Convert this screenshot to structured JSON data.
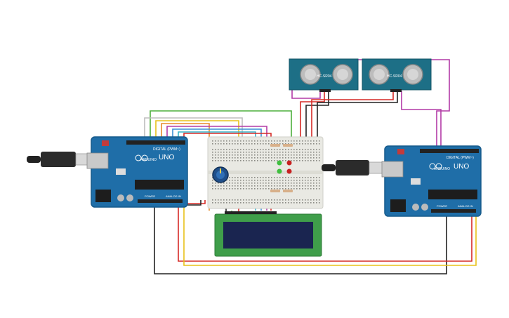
{
  "canvas": {
    "background": "#ffffff"
  },
  "arduino_left": {
    "brand": "ARDUINO",
    "model": "UNO",
    "header_digital": "DIGITAL (PWM~)",
    "header_power": "POWER",
    "header_analog": "ANALOG IN"
  },
  "arduino_right": {
    "brand": "ARDUINO",
    "model": "UNO",
    "header_digital": "DIGITAL (PWM~)",
    "header_power": "POWER",
    "header_analog": "ANALOG IN"
  },
  "sensor_1": {
    "label": "HC-SR04"
  },
  "sensor_2": {
    "label": "HC-SR04"
  },
  "colors": {
    "board": "#1f6ea8",
    "board_dark": "#175a8b",
    "breadboard": "#e9e9e3",
    "lcd_body": "#3f9e4a",
    "lcd_screen": "#1a2550",
    "sensor": "#1d6f86",
    "wire_red": "#d62a26",
    "wire_black": "#222222",
    "wire_yellow": "#e8c21a",
    "wire_green": "#4caf3c",
    "wire_purple": "#b23aa6",
    "wire_blue": "#3a8fd6",
    "wire_orange": "#e88a2a",
    "wire_white": "#bdbdbd",
    "led_green": "#3fbf3f",
    "led_red": "#c82020"
  },
  "icons": {
    "usb_cable": "usb-plug-icon",
    "potentiometer": "knob-icon"
  }
}
